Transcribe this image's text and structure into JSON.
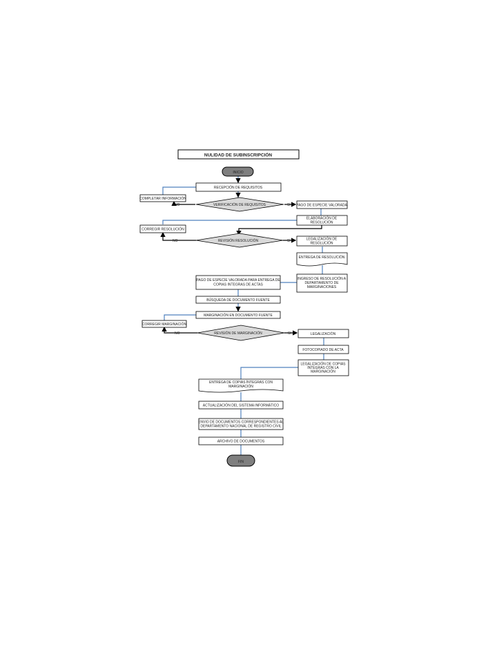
{
  "title": "NULIDAD DE SUBINSCRIPCIÓN",
  "start_label": "INICIO",
  "end_label": "FIN",
  "steps": {
    "recepcion": "RECEPCIÓN DE REQUISITOS",
    "completar": "COMPLETAR INFORMACIÓN",
    "verificacion": "VERIFICACIÓN DE REQUISITOS",
    "pago_especie": "PAGO DE ESPECIE VALORADA",
    "elaboracion": [
      "ELABORACIÓN DE",
      "RESOLUCIÓN"
    ],
    "corregir_resolucion": "CORREGIR RESOLUCIÓN",
    "revision_resolucion": "REVISIÓN RESOLUCIÓN",
    "legalizacion_resolucion": [
      "LEGALIZACIÓN DE",
      "RESOLUCIÓN"
    ],
    "entrega_resolucion": "ENTREGA DE RESOLUCIÓN",
    "ingreso_resolucion": [
      "INGRESO DE RESOLUCIÓN A",
      "DEPARTAMENTO DE",
      "MARGINACIONES"
    ],
    "pago_entrega": [
      "PAGO DE ESPECIE VALORADA PARA ENTREGA DE",
      "COPIAS INTEGRAS DE ACTAS"
    ],
    "busqueda": "BÚSQUEDA DE DOCUMENTO FUENTE",
    "marginacion": "MARGINACIÓN EN DOCUMENTO FUENTE",
    "corregir_marginacion": "CORREGIR MARGINACIÓN",
    "revision_marginacion": "REVISIÓN DE MARGINACIÓN",
    "legalizacion": "LEGALIZACIÓN",
    "fotocopiado": "FOTOCOPIADO DE ACTA",
    "legalizacion_copias": [
      "LEGALIZACIÓN DE COPIAS",
      "ÍNTEGRAS CON LA",
      "MARGINACIÓN"
    ],
    "entrega_copias": [
      "ENTREGA DE COPIAS ÍNTEGRAS CON",
      "MARGINACIÓN"
    ],
    "actualizacion": "ACTUALIZACIÓN DEL SISTEMA INFORMÁTICO",
    "envio": [
      "ENVIO DE DOCUMENTOS CORRESPONDIENTES AL",
      "DEPARTAMENTO NACIONAL DE REGISTRO CIVIL"
    ],
    "archivo": "ARCHIVO DE DOCUMENTOS"
  },
  "branch_labels": {
    "yes": "SI",
    "no": "NO"
  },
  "colors": {
    "connector_blue": "#4f81bd",
    "connector_black": "#000000",
    "terminator_fill": "#7f7f7f",
    "decision_fill": "#d9d9d9"
  }
}
